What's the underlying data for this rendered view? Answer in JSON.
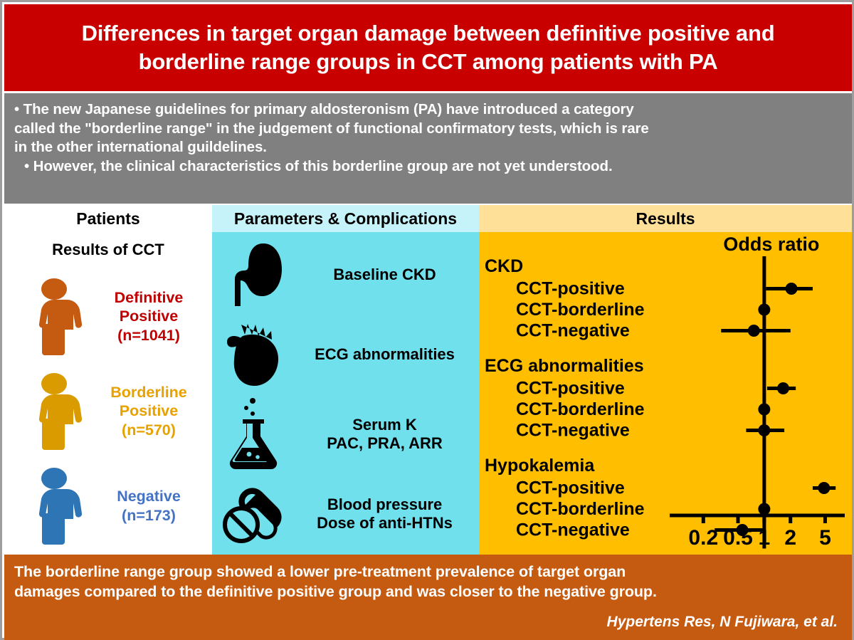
{
  "title": {
    "line1": "Differences in target organ damage between definitive positive and",
    "line2": "borderline range groups in CCT among patients with PA",
    "bg_color": "#C80000"
  },
  "summary": {
    "bg_color": "#808080",
    "bullets": [
      "• The new Japanese guidelines for primary aldosteronism (PA) have introduced a category",
      "called the \"borderline range\" in the judgement of functional confirmatory tests, which is rare",
      "in the other international guildelines.",
      "• However, the clinical characteristics of this borderline group are not yet understood."
    ]
  },
  "columns": {
    "patients": {
      "header": "Patients",
      "subhead": "Results of CCT",
      "bg_color": "#FFFFFF",
      "header_bg": "#FFFFFF",
      "groups": [
        {
          "icon": "patient-figure-icon",
          "line1": "Definitive",
          "line2": "Positive",
          "count": "(n=1041)",
          "text_color": "#C00000",
          "figure_color": "#C55A11"
        },
        {
          "icon": "patient-figure-icon",
          "line1": "Borderline",
          "line2": "Positive",
          "count": "(n=570)",
          "text_color": "#E8A200",
          "figure_color": "#D99B00"
        },
        {
          "icon": "patient-figure-icon",
          "line1": "Negative",
          "line2": "",
          "count": "(n=173)",
          "text_color": "#4472C4",
          "figure_color": "#2E75B6"
        }
      ]
    },
    "parameters": {
      "header": "Parameters & Complications",
      "bg_color": "#6FE0EC",
      "header_bg": "#C6F3F9",
      "items": [
        {
          "icon": "kidney-icon",
          "line1": "Baseline CKD",
          "line2": ""
        },
        {
          "icon": "heart-icon",
          "line1": "ECG abnormalities",
          "line2": ""
        },
        {
          "icon": "flask-icon",
          "line1": "Serum K",
          "line2": "PAC, PRA, ARR"
        },
        {
          "icon": "pills-icon",
          "line1": "Blood pressure",
          "line2": "Dose of anti-HTNs"
        }
      ]
    },
    "results": {
      "header": "Results",
      "bg_color": "#FFBF00",
      "header_bg": "#FFE099"
    }
  },
  "chart_data": {
    "type": "forest",
    "title": "Odds ratio",
    "xlabel": "",
    "ylabel": "",
    "scale": "log",
    "xlim": [
      0.15,
      7.5
    ],
    "ticks": [
      0.2,
      0.5,
      1,
      2,
      5
    ],
    "tick_labels": [
      "0.2",
      "0.5",
      "1",
      "2",
      "5"
    ],
    "reference_line": 1,
    "grid": false,
    "groups": [
      {
        "name": "CKD",
        "rows": [
          {
            "label": "CCT-positive",
            "or": 2.05,
            "ci_low": 1.05,
            "ci_high": 3.6
          },
          {
            "label": "CCT-borderline",
            "or": 1.0,
            "ci_low": 0.96,
            "ci_high": 1.05
          },
          {
            "label": "CCT-negative",
            "or": 0.76,
            "ci_low": 0.32,
            "ci_high": 2.0
          }
        ]
      },
      {
        "name": "ECG abnormalities",
        "rows": [
          {
            "label": "CCT-positive",
            "or": 1.65,
            "ci_low": 1.08,
            "ci_high": 2.3
          },
          {
            "label": "CCT-borderline",
            "or": 1.0,
            "ci_low": 0.97,
            "ci_high": 1.04
          },
          {
            "label": "CCT-negative",
            "or": 1.0,
            "ci_low": 0.62,
            "ci_high": 1.7
          }
        ]
      },
      {
        "name": "Hypokalemia",
        "rows": [
          {
            "label": "CCT-positive",
            "or": 4.85,
            "ci_low": 3.6,
            "ci_high": 6.6
          },
          {
            "label": "CCT-borderline",
            "or": 1.0,
            "ci_low": 0.97,
            "ci_high": 1.04
          },
          {
            "label": "CCT-negative",
            "or": 0.56,
            "ci_low": 0.27,
            "ci_high": 1.0
          }
        ]
      }
    ]
  },
  "conclusion": {
    "bg_color": "#C55A11",
    "line1": "The borderline range group showed a lower pre-treatment prevalence of target organ",
    "line2": "damages compared to the definitive positive group and was closer to the negative group.",
    "citation": "Hypertens Res, N Fujiwara, et al."
  }
}
